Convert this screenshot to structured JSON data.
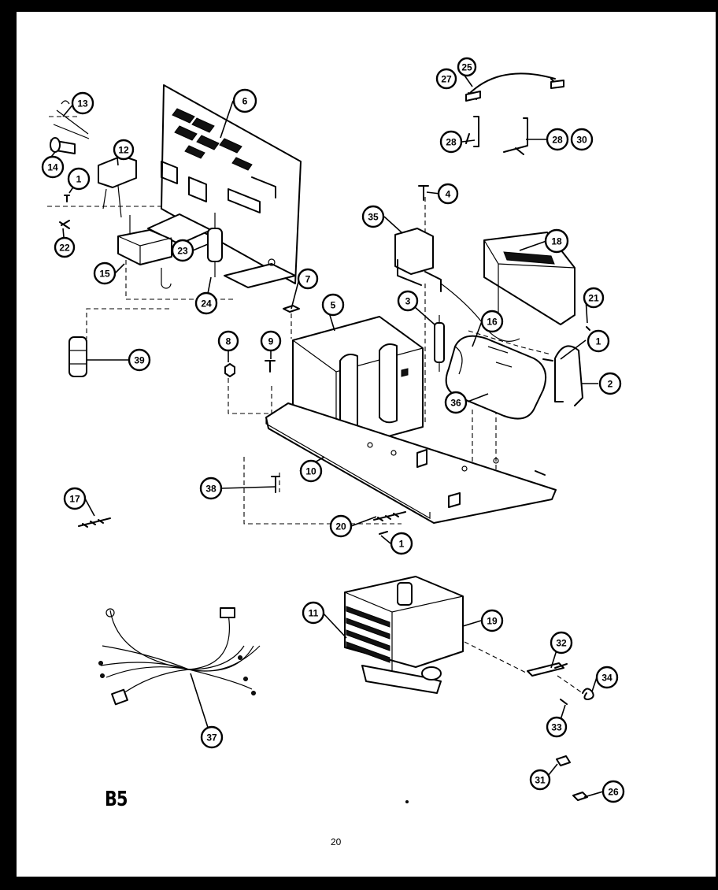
{
  "diagram": {
    "page_id": "B5",
    "page_number": "20",
    "callouts": [
      {
        "id": "p1a",
        "label": "1"
      },
      {
        "id": "p1b",
        "label": "1"
      },
      {
        "id": "p1c",
        "label": "1"
      },
      {
        "id": "p2",
        "label": "2"
      },
      {
        "id": "p3",
        "label": "3"
      },
      {
        "id": "p4",
        "label": "4"
      },
      {
        "id": "p5",
        "label": "5"
      },
      {
        "id": "p6",
        "label": "6"
      },
      {
        "id": "p7",
        "label": "7"
      },
      {
        "id": "p8",
        "label": "8"
      },
      {
        "id": "p9",
        "label": "9"
      },
      {
        "id": "p10",
        "label": "10"
      },
      {
        "id": "p11",
        "label": "11"
      },
      {
        "id": "p12",
        "label": "12"
      },
      {
        "id": "p13",
        "label": "13"
      },
      {
        "id": "p14",
        "label": "14"
      },
      {
        "id": "p15",
        "label": "15"
      },
      {
        "id": "p16",
        "label": "16"
      },
      {
        "id": "p17",
        "label": "17"
      },
      {
        "id": "p18",
        "label": "18"
      },
      {
        "id": "p19",
        "label": "19"
      },
      {
        "id": "p20",
        "label": "20"
      },
      {
        "id": "p21",
        "label": "21"
      },
      {
        "id": "p22",
        "label": "22"
      },
      {
        "id": "p23",
        "label": "23"
      },
      {
        "id": "p24",
        "label": "24"
      },
      {
        "id": "p25",
        "label": "25"
      },
      {
        "id": "p26",
        "label": "26"
      },
      {
        "id": "p27",
        "label": "27"
      },
      {
        "id": "p28a",
        "label": "28"
      },
      {
        "id": "p28b",
        "label": "28"
      },
      {
        "id": "p30",
        "label": "30"
      },
      {
        "id": "p31",
        "label": "31"
      },
      {
        "id": "p32",
        "label": "32"
      },
      {
        "id": "p33",
        "label": "33"
      },
      {
        "id": "p34",
        "label": "34"
      },
      {
        "id": "p35",
        "label": "35"
      },
      {
        "id": "p36",
        "label": "36"
      },
      {
        "id": "p37",
        "label": "37"
      },
      {
        "id": "p38",
        "label": "38"
      },
      {
        "id": "p39",
        "label": "39"
      }
    ]
  }
}
